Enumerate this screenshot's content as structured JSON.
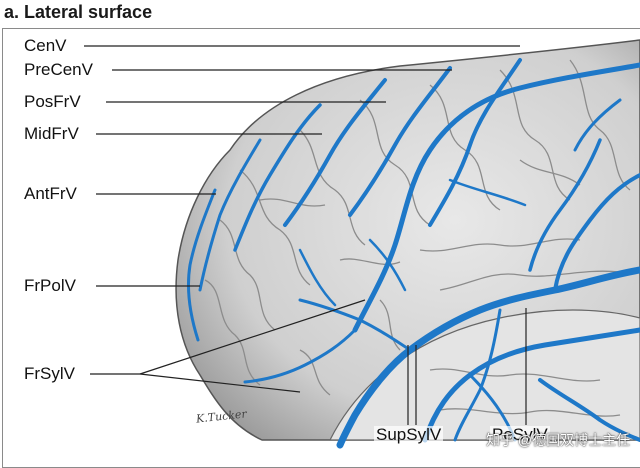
{
  "title": "a. Lateral surface",
  "labels": {
    "cenv": "CenV",
    "precenv": "PreCenV",
    "posfrv": "PosFrV",
    "midfrv": "MidFrV",
    "antfrv": "AntFrV",
    "frpolv": "FrPolV",
    "frsylv": "FrSylV",
    "supsylv": "SupSylV",
    "pesylv": "PeSylV"
  },
  "signature": "K.Tucker",
  "watermark": "知乎 @德国双博士主任",
  "colors": {
    "vein": "#1e78c8",
    "brain": "#d9d9d9",
    "sulcus": "#8c8c8c",
    "leader": "#222222"
  }
}
